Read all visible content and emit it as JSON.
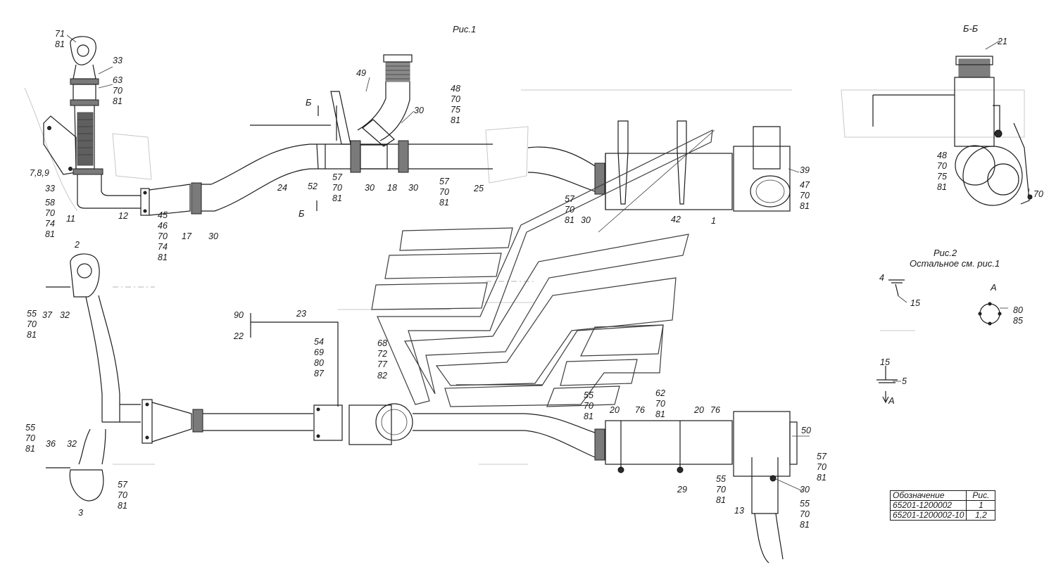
{
  "captions": {
    "fig1": "Рис.1",
    "section": "Б-Б",
    "fig2": "Рис.2",
    "fig2_note": "Остальное см. рис.1",
    "view_a": "A",
    "arrow_a": "А",
    "cut_b_top": "Б",
    "cut_b_bottom": "Б"
  },
  "callouts": [
    "71",
    "81",
    "33",
    "63",
    "70",
    "81",
    "49",
    "48",
    "70",
    "75",
    "81",
    "30",
    "7,8,9",
    "33",
    "58",
    "70",
    "74",
    "81",
    "11",
    "12",
    "45",
    "46",
    "70",
    "74",
    "81",
    "17",
    "30",
    "24",
    "52",
    "57",
    "70",
    "81",
    "30",
    "18",
    "30",
    "57",
    "70",
    "81",
    "25",
    "57",
    "70",
    "81",
    "30",
    "42",
    "1",
    "39",
    "47",
    "70",
    "81",
    "21",
    "48",
    "70",
    "75",
    "81",
    "70",
    "2",
    "55",
    "70",
    "81",
    "37",
    "32",
    "90",
    "22",
    "23",
    "54",
    "69",
    "80",
    "87",
    "68",
    "72",
    "77",
    "82",
    "4",
    "15",
    "80",
    "85",
    "15",
    "5",
    "55",
    "70",
    "81",
    "20",
    "76",
    "62",
    "70",
    "81",
    "20",
    "76",
    "50",
    "57",
    "70",
    "81",
    "55",
    "70",
    "81",
    "36",
    "32",
    "57",
    "70",
    "81",
    "3",
    "29",
    "55",
    "70",
    "81",
    "30",
    "55",
    "70",
    "81",
    "13"
  ],
  "legend": {
    "headers": [
      "Обозначение",
      "Рис."
    ],
    "rows": [
      [
        "65201-1200002",
        "1"
      ],
      [
        "65201-1200002-10",
        "1,2"
      ]
    ]
  }
}
